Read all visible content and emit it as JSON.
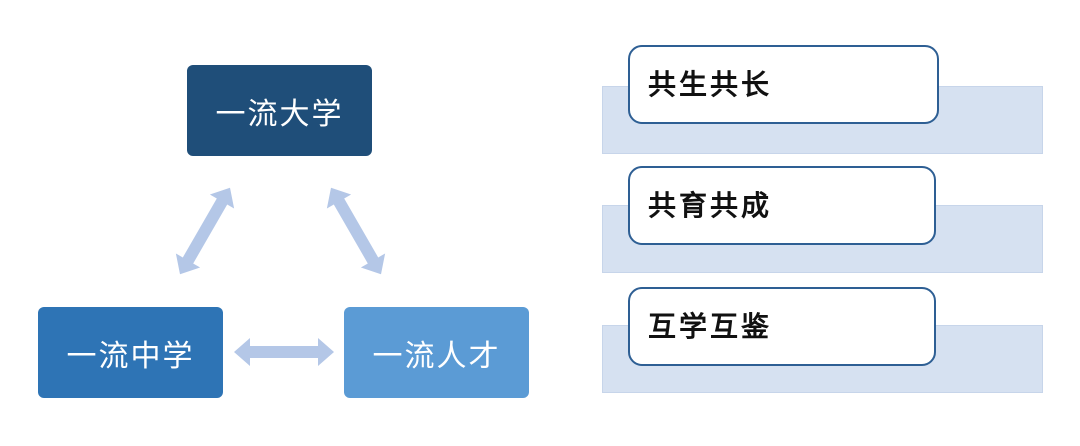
{
  "cycle": {
    "top": "一流大学",
    "left": "一流中学",
    "right": "一流人才"
  },
  "colors": {
    "dark_blue": "#1f4e79",
    "mid_blue": "#2e74b5",
    "light_blue": "#5b9bd5",
    "arrow": "#b4c7e7",
    "band": "#d6e1f1",
    "box_border": "#2e5f94"
  },
  "list": [
    {
      "label": "共生共长"
    },
    {
      "label": "共育共成"
    },
    {
      "label": "互学互鉴"
    }
  ]
}
